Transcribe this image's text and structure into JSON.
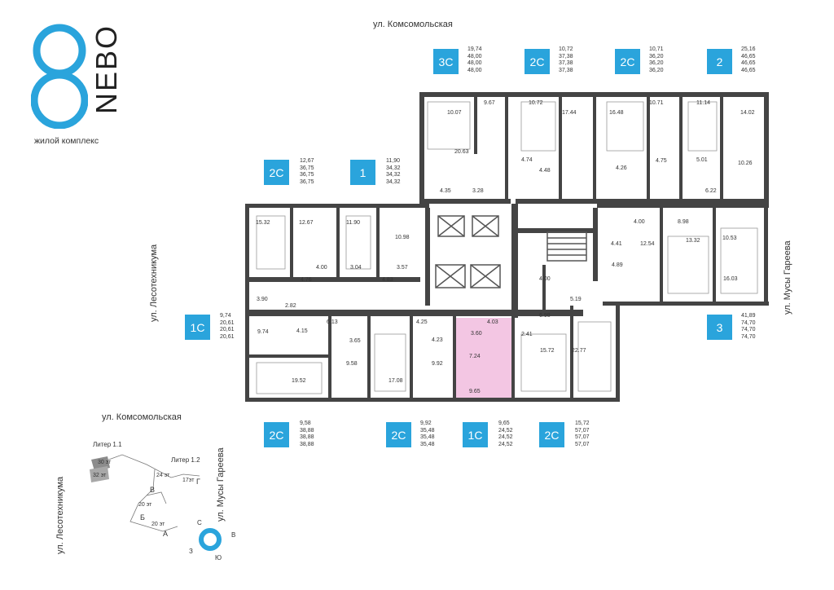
{
  "brand": {
    "name": "NEBO",
    "subtitle": "жилой комплекс",
    "color": "#2aa4dc"
  },
  "streets": {
    "top": "ул. Комсомольская",
    "left": "ул. Лесотехникума",
    "right": "ул. Мусы Гареева"
  },
  "apartments": [
    {
      "type": "3С",
      "areas": [
        "19,74",
        "48,00",
        "48,00",
        "48,00"
      ]
    },
    {
      "type": "2С",
      "areas": [
        "10,72",
        "37,38",
        "37,38",
        "37,38"
      ]
    },
    {
      "type": "2С",
      "areas": [
        "10,71",
        "36,20",
        "36,20",
        "36,20"
      ]
    },
    {
      "type": "2",
      "areas": [
        "25,16",
        "46,65",
        "46,65",
        "46,65"
      ]
    },
    {
      "type": "2С",
      "areas": [
        "12,67",
        "36,75",
        "36,75",
        "36,75"
      ]
    },
    {
      "type": "1",
      "areas": [
        "11,90",
        "34,32",
        "34,32",
        "34,32"
      ]
    },
    {
      "type": "1С",
      "areas": [
        "9,74",
        "20,61",
        "20,61",
        "20,61"
      ]
    },
    {
      "type": "3",
      "areas": [
        "41,89",
        "74,70",
        "74,70",
        "74,70"
      ]
    },
    {
      "type": "2С",
      "areas": [
        "9,58",
        "38,88",
        "38,88",
        "38,88"
      ]
    },
    {
      "type": "2С",
      "areas": [
        "9,92",
        "35,48",
        "35,48",
        "35,48"
      ]
    },
    {
      "type": "1С",
      "areas": [
        "9,65",
        "24,52",
        "24,52",
        "24,52"
      ]
    },
    {
      "type": "2С",
      "areas": [
        "15,72",
        "57,07",
        "57,07",
        "57,07"
      ]
    }
  ],
  "rooms": [
    "10.07",
    "9.67",
    "10.72",
    "17.44",
    "16.48",
    "10.71",
    "11.14",
    "14.02",
    "20.63",
    "4.74",
    "4.48",
    "4.26",
    "4.75",
    "5.01",
    "10.26",
    "4.35",
    "3.28",
    "6.22",
    "15.32",
    "12.67",
    "11.90",
    "10.98",
    "4.00",
    "8.98",
    "4.41",
    "12.54",
    "13.32",
    "10.53",
    "4.00",
    "3.04",
    "3.57",
    "4.76",
    "4.83",
    "4.89",
    "16.03",
    "4.00",
    "5.19",
    "3.90",
    "2.82",
    "6.98",
    "9.74",
    "4.15",
    "6.13",
    "4.25",
    "4.03",
    "3.65",
    "4.23",
    "3.60",
    "2.41",
    "15.72",
    "22.77",
    "7.24",
    "9.58",
    "17.08",
    "9.92",
    "19.52",
    "9.65"
  ],
  "minimap": {
    "street_top": "ул. Комсомольская",
    "street_left": "ул. Лесотехникума",
    "street_right": "ул. Мусы Гареева",
    "labels": [
      "Литер 1.1",
      "Литер 1.2",
      "30 эт",
      "32 эт",
      "24 эт",
      "17эт",
      "Г",
      "В",
      "20 эт",
      "Б",
      "20 эт",
      "А"
    ]
  },
  "compass": {
    "n": "С",
    "s": "Ю",
    "e": "В",
    "w": "З"
  },
  "highlight_color": "#f3c6e3",
  "highlighted_apartment": "1С 9,65"
}
